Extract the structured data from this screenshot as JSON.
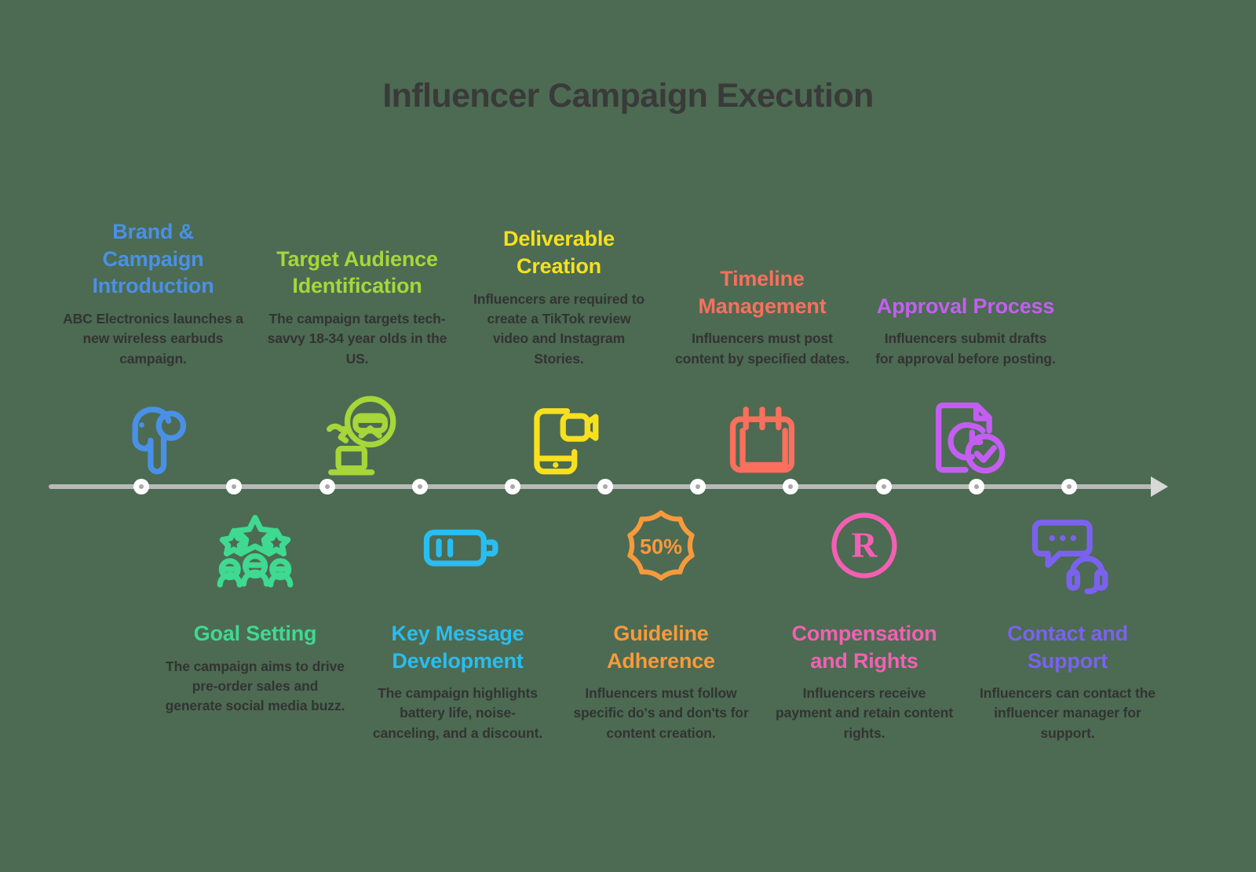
{
  "title": "Influencer Campaign Execution",
  "theme": {
    "background": "#4c6b52",
    "axis_color": "#b9b9b9",
    "node_fill": "#ffffff",
    "node_center": "#a8a8a8",
    "title_color": "#3a3a3a",
    "body_color": "#333333"
  },
  "steps": [
    {
      "heading": "Brand & Campaign Introduction",
      "body": "ABC Electronics launches a new wireless earbuds campaign.",
      "color": "#4a90e8",
      "icon": "earbud-icon",
      "side": "top"
    },
    {
      "heading": "Goal Setting",
      "body": "The campaign aims to drive pre-order sales and generate social media buzz.",
      "color": "#3fd992",
      "icon": "stars-people-icon",
      "side": "bottom"
    },
    {
      "heading": "Target Audience Identification",
      "body": "The campaign targets tech-savvy 18-34 year olds in the US.",
      "color": "#a6d63a",
      "icon": "person-laptop-vr-icon",
      "side": "top"
    },
    {
      "heading": "Key Message Development",
      "body": "The campaign highlights battery life, noise-canceling, and a discount.",
      "color": "#29bdf0",
      "icon": "battery-icon",
      "side": "bottom"
    },
    {
      "heading": "Deliverable Creation",
      "body": "Influencers are required to create a TikTok review video and Instagram Stories.",
      "color": "#f7e01e",
      "icon": "phone-video-icon",
      "side": "top"
    },
    {
      "heading": "Guideline Adherence",
      "body": "Influencers must follow specific do's and don'ts for content creation.",
      "color": "#f79a3c",
      "icon": "discount-badge-icon",
      "side": "bottom",
      "badge_text": "50%"
    },
    {
      "heading": "Timeline Management",
      "body": "Influencers must post content by specified dates.",
      "color": "#fa6f5d",
      "icon": "calendar-icon",
      "side": "top"
    },
    {
      "heading": "Compensation and Rights",
      "body": "Influencers receive payment and retain content rights.",
      "color": "#f45fb4",
      "icon": "registered-trademark-icon",
      "side": "bottom",
      "badge_text": "R"
    },
    {
      "heading": "Approval Process",
      "body": "Influencers submit drafts for approval before posting.",
      "color": "#c45ef2",
      "icon": "document-clock-check-icon",
      "side": "top"
    },
    {
      "heading": "Contact and Support",
      "body": "Influencers can contact the influencer manager for support.",
      "color": "#7a62ee",
      "icon": "chat-support-headset-icon",
      "side": "bottom"
    }
  ],
  "axis": {
    "node_count": 11,
    "arrow": "right-arrow-icon"
  }
}
